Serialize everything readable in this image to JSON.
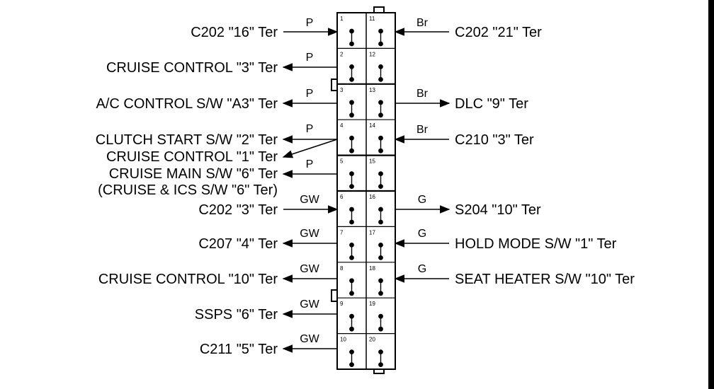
{
  "connector": {
    "pins_left": [
      "1",
      "2",
      "3",
      "4",
      "5",
      "6",
      "7",
      "8",
      "9",
      "10"
    ],
    "pins_right": [
      "11",
      "12",
      "13",
      "14",
      "15",
      "16",
      "17",
      "18",
      "19",
      "20"
    ]
  },
  "wires_left": [
    {
      "label": "C202 \"16\" Ter",
      "color": "P"
    },
    {
      "label": "CRUISE CONTROL \"3\" Ter",
      "color": "P"
    },
    {
      "label": "A/C CONTROL S/W \"A3\" Ter",
      "color": "P"
    },
    {
      "label": "CLUTCH START S/W \"2\" Ter",
      "color": "P"
    },
    {
      "label": "CRUISE CONTROL \"1\" Ter",
      "color": ""
    },
    {
      "label": "CRUISE MAIN S/W \"6\" Ter",
      "color": "P"
    },
    {
      "label": "(CRUISE & ICS S/W \"6\" Ter)",
      "color": ""
    },
    {
      "label": "C202 \"3\" Ter",
      "color": "GW"
    },
    {
      "label": "C207 \"4\" Ter",
      "color": "GW"
    },
    {
      "label": "CRUISE CONTROL \"10\" Ter",
      "color": "GW"
    },
    {
      "label": "SSPS \"6\" Ter",
      "color": "GW"
    },
    {
      "label": "C211 \"5\" Ter",
      "color": "GW"
    }
  ],
  "wires_right": [
    {
      "label": "C202 \"21\" Ter",
      "color": "Br"
    },
    {
      "label": "DLC \"9\" Ter",
      "color": "Br"
    },
    {
      "label": "C210 \"3\" Ter",
      "color": "Br"
    },
    {
      "label": "S204 \"10\" Ter",
      "color": "G"
    },
    {
      "label": "HOLD MODE S/W \"1\" Ter",
      "color": "G"
    },
    {
      "label": "SEAT HEATER S/W \"10\" Ter",
      "color": "G"
    }
  ]
}
